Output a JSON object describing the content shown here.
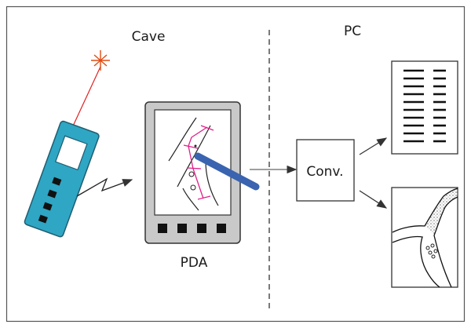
{
  "labels": {
    "left_section": "Cave",
    "right_section": "PC",
    "processor_box": "Conv.",
    "handheld_device": "PDA"
  },
  "colors": {
    "frame": "#555555",
    "meter_body": "#2fa6c4",
    "laser_beam": "#e02020",
    "laser_star": "#e04a10",
    "pda_body": "#c9c9c9",
    "stylus": "#3a64b0",
    "survey_marks": "#e0208a",
    "stipple": "#888888"
  },
  "icons": {
    "meter": "laser-distance-meter-icon",
    "pda": "pda-device-icon",
    "stylus": "stylus-icon",
    "document": "text-document-icon",
    "map": "cave-map-icon"
  }
}
